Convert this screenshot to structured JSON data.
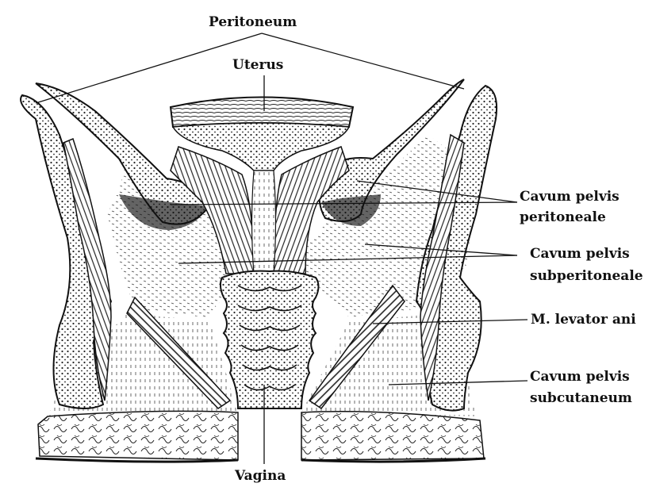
{
  "labels": {
    "peritoneum": "Peritoneum",
    "uterus": "Uterus",
    "cavum_peritoneale_1": "Cavum pelvis",
    "cavum_peritoneale_2": "peritoneale",
    "cavum_subperitoneale_1": "Cavum pelvis",
    "cavum_subperitoneale_2": "subperitoneale",
    "levator_ani": "M. levator ani",
    "cavum_subcutaneum_1": "Cavum pelvis",
    "cavum_subcutaneum_2": "subcutaneum",
    "vagina": "Vagina"
  },
  "colors": {
    "ink": "#111111",
    "paper": "#ffffff"
  }
}
